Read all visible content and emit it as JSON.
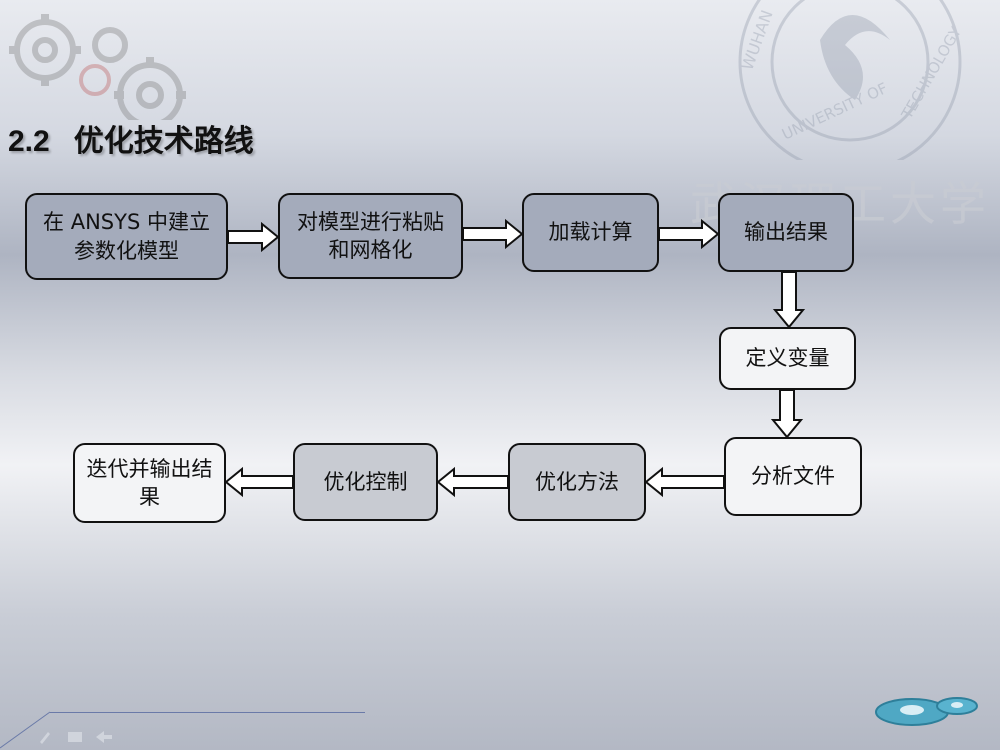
{
  "slide": {
    "section_number": "2.2",
    "title": "优化技术路线",
    "watermark": {
      "university_name": "武汉理工大学",
      "ring_text": "WUHAN UNIVERSITY OF TECHNOLOGY"
    }
  },
  "flowchart": {
    "nodes": [
      {
        "id": "n1",
        "label": "在 ANSYS 中建立参数化模型"
      },
      {
        "id": "n2",
        "label": "对模型进行粘贴和网格化"
      },
      {
        "id": "n3",
        "label": "加载计算"
      },
      {
        "id": "n4",
        "label": "输出结果"
      },
      {
        "id": "n5",
        "label": "定义变量"
      },
      {
        "id": "n6",
        "label": "分析文件"
      },
      {
        "id": "n7",
        "label": "优化方法"
      },
      {
        "id": "n8",
        "label": "优化控制"
      },
      {
        "id": "n9",
        "label": "迭代并输出结果"
      }
    ],
    "edges": [
      {
        "from": "n1",
        "to": "n2"
      },
      {
        "from": "n2",
        "to": "n3"
      },
      {
        "from": "n3",
        "to": "n4"
      },
      {
        "from": "n4",
        "to": "n5"
      },
      {
        "from": "n5",
        "to": "n6"
      },
      {
        "from": "n6",
        "to": "n7"
      },
      {
        "from": "n7",
        "to": "n8"
      },
      {
        "from": "n8",
        "to": "n9"
      }
    ]
  },
  "colors": {
    "box_fill_dark": "#a4abbb",
    "box_fill_light": "#f3f4f6",
    "border": "#111111"
  }
}
